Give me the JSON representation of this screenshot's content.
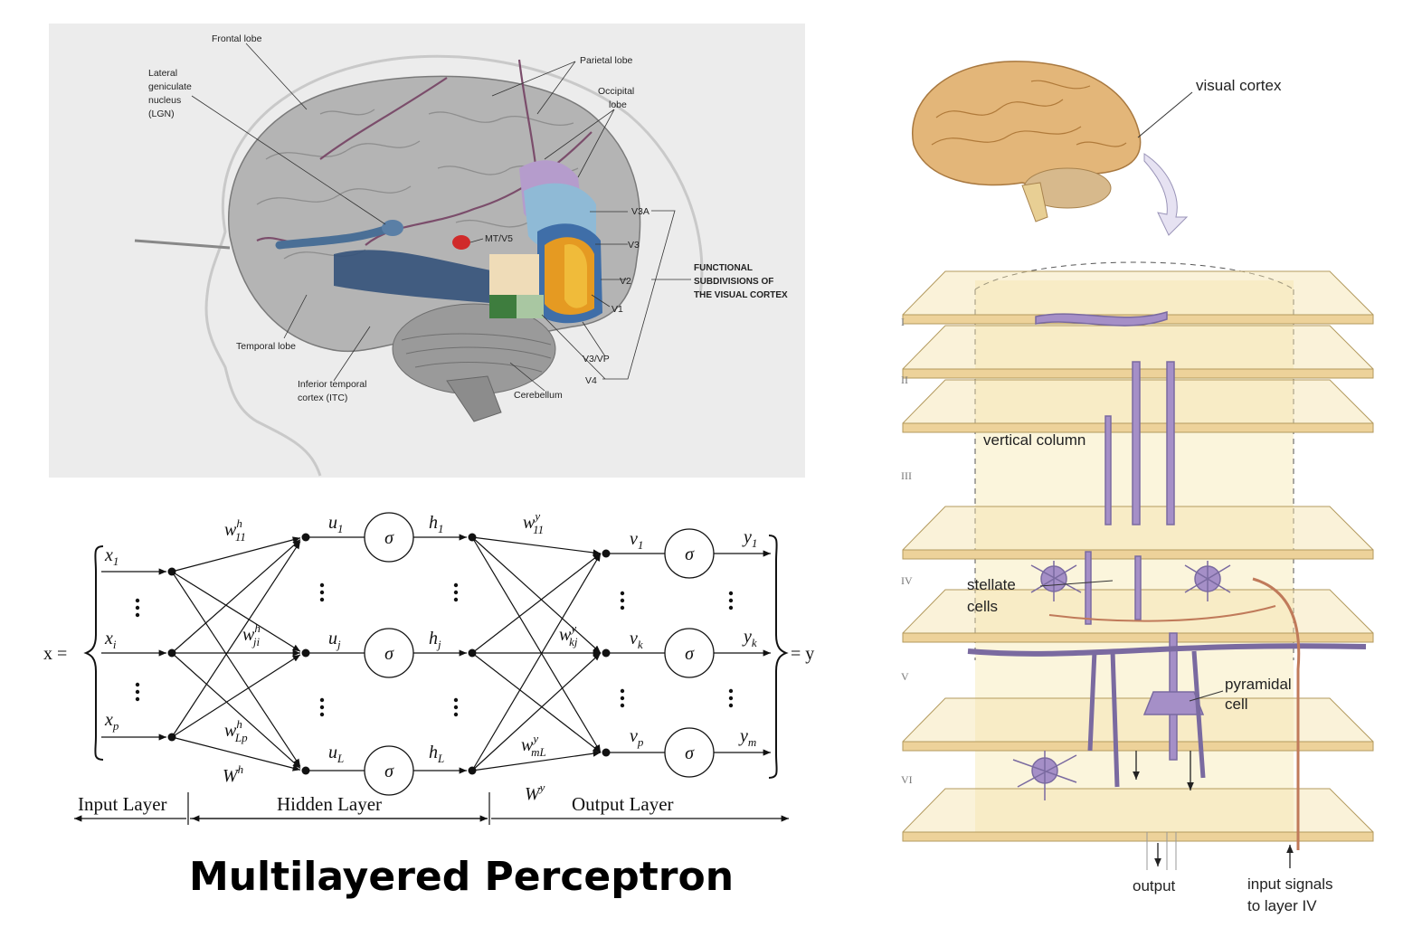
{
  "brain_figure": {
    "labels": {
      "frontal_lobe": "Frontal lobe",
      "lgn": [
        "Lateral",
        "geniculate",
        "nucleus",
        "(LGN)"
      ],
      "parietal_lobe": "Parietal lobe",
      "occipital_lobe": [
        "Occipital",
        "lobe"
      ],
      "mt_v5": "MT/V5",
      "v3a": "V3A",
      "v3": "V3",
      "v2": "V2",
      "v1": "V1",
      "v3_vp": "V3/VP",
      "v4": "V4",
      "functional": [
        "FUNCTIONAL",
        "SUBDIVISIONS OF",
        "THE VISUAL CORTEX"
      ],
      "temporal_lobe": "Temporal lobe",
      "itc": [
        "Inferior temporal",
        "cortex (ITC)"
      ],
      "cerebellum": "Cerebellum"
    }
  },
  "mlp_figure": {
    "caption": "Multilayered Perceptron",
    "x_eq": "x =",
    "y_eq": "= y",
    "inputs": [
      {
        "base": "x",
        "sub": "1"
      },
      {
        "base": "x",
        "sub": "i"
      },
      {
        "base": "x",
        "sub": "p"
      }
    ],
    "hidden_u": [
      {
        "base": "u",
        "sub": "1"
      },
      {
        "base": "u",
        "sub": "j"
      },
      {
        "base": "u",
        "sub": "L"
      }
    ],
    "hidden_h": [
      {
        "base": "h",
        "sub": "1"
      },
      {
        "base": "h",
        "sub": "j"
      },
      {
        "base": "h",
        "sub": "L"
      }
    ],
    "output_v": [
      {
        "base": "v",
        "sub": "1"
      },
      {
        "base": "v",
        "sub": "k"
      },
      {
        "base": "v",
        "sub": "p"
      }
    ],
    "outputs": [
      {
        "base": "y",
        "sub": "1"
      },
      {
        "base": "y",
        "sub": "k"
      },
      {
        "base": "y",
        "sub": "m"
      }
    ],
    "sigma": "σ",
    "weights_h": [
      {
        "base": "w",
        "sup": "h",
        "sub": "11"
      },
      {
        "base": "w",
        "sup": "h",
        "sub": "ji"
      },
      {
        "base": "w",
        "sup": "h",
        "sub": "Lp"
      }
    ],
    "weights_y": [
      {
        "base": "w",
        "sup": "y",
        "sub": "11"
      },
      {
        "base": "w",
        "sup": "y",
        "sub": "kj"
      },
      {
        "base": "w",
        "sup": "y",
        "sub": "mL"
      }
    ],
    "W_h": {
      "base": "W",
      "sup": "h"
    },
    "W_y": {
      "base": "W",
      "sup": "y"
    },
    "layers": {
      "input": "Input Layer",
      "hidden": "Hidden Layer",
      "output": "Output Layer"
    }
  },
  "cortex_figure": {
    "visual_cortex": "visual cortex",
    "vertical_column": "vertical column",
    "stellate": [
      "stellate",
      "cells"
    ],
    "pyramidal": [
      "pyramidal",
      "cell"
    ],
    "output": "output",
    "input_signals": [
      "input signals",
      "to layer IV"
    ],
    "layer_numerals": [
      "I",
      "II",
      "III",
      "IV",
      "V",
      "VI"
    ]
  }
}
